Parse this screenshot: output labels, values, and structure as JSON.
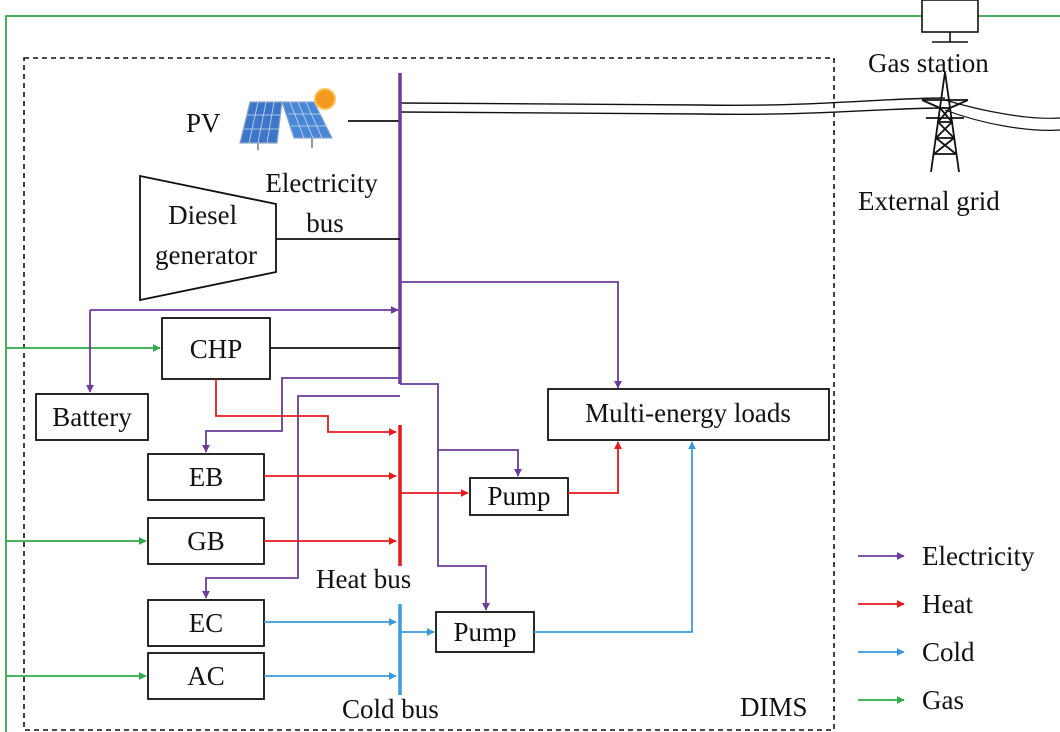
{
  "components": {
    "pv": "PV",
    "diesel_generator": [
      "Diesel",
      "generator"
    ],
    "chp": "CHP",
    "battery": "Battery",
    "eb": "EB",
    "gb": "GB",
    "ec": "EC",
    "ac": "AC",
    "pump_heat": "Pump",
    "pump_cold": "Pump",
    "multi_energy_loads": "Multi-energy loads",
    "gas_station": "Gas station",
    "external_grid": "External grid",
    "system": "DIMS"
  },
  "buses": {
    "electricity": [
      "Electricity",
      "bus"
    ],
    "heat": "Heat bus",
    "cold": "Cold bus"
  },
  "legend": [
    {
      "label": "Electricity",
      "color": "#6a3d9a"
    },
    {
      "label": "Heat",
      "color": "#e41a1c"
    },
    {
      "label": "Cold",
      "color": "#3a9ad9"
    },
    {
      "label": "Gas",
      "color": "#35a84a"
    }
  ],
  "colors": {
    "electricity": "#6a3d9a",
    "heat": "#e41a1c",
    "cold": "#3a9ad9",
    "gas": "#35a84a",
    "line": "#111111"
  }
}
